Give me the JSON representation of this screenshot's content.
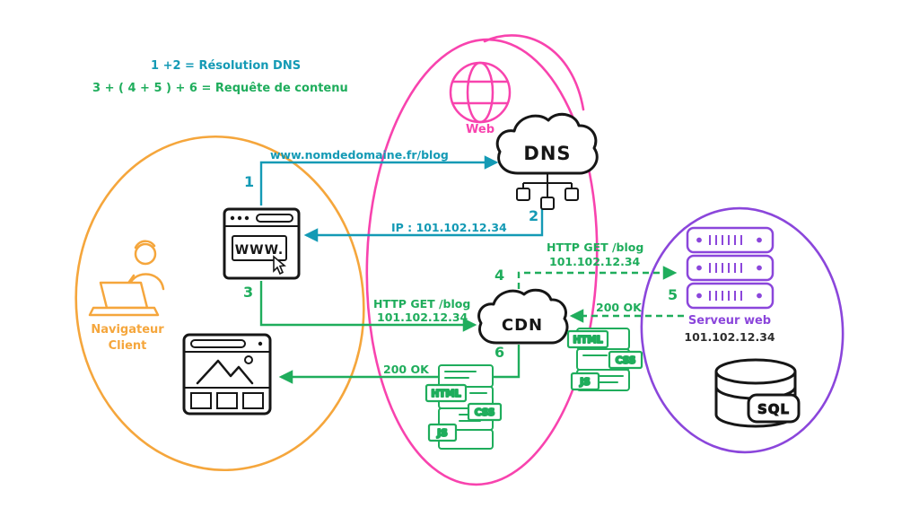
{
  "legend": {
    "line1": "1 +2 = Résolution DNS",
    "line2": "3 + ( 4 + 5 ) + 6 = Requête de contenu"
  },
  "colors": {
    "teal": "#149AB5",
    "green": "#1FAD5C",
    "orange": "#F5A63C",
    "pink": "#F843AE",
    "purple": "#8B46DB",
    "ink": "#161616"
  },
  "nodes": {
    "web": {
      "label": "Web"
    },
    "dns": {
      "label": "DNS"
    },
    "cdn": {
      "label": "CDN"
    },
    "www_browser": {
      "label": "WWW."
    },
    "client": {
      "label_line1": "Navigateur",
      "label_line2": "Client"
    },
    "server": {
      "label": "Serveur web",
      "ip": "101.102.12.34"
    },
    "sql": {
      "label": "SQL"
    },
    "assets": {
      "html": "HTML",
      "css": "CSS",
      "js": "JS"
    }
  },
  "arrows": {
    "step1": {
      "number": "1",
      "label": "www.nomdedomaine.fr/blog"
    },
    "step2": {
      "number": "2",
      "label": "IP : 101.102.12.34"
    },
    "step3": {
      "number": "3",
      "label_line1": "HTTP GET /blog",
      "label_line2": "101.102.12.34"
    },
    "step4": {
      "number": "4",
      "label_line1": "HTTP GET /blog",
      "label_line2": "101.102.12.34"
    },
    "step5": {
      "number": "5",
      "label": "200 OK"
    },
    "step6": {
      "number": "6",
      "label": "200 OK"
    }
  }
}
